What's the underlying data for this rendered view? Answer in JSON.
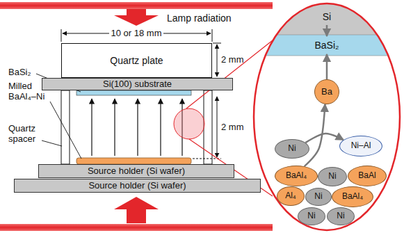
{
  "diagram": {
    "nodes": [
      {
        "text": [
          "Quartz plate"
        ]
      },
      {
        "text": [
          "Si(100) substrate"
        ]
      },
      {
        "text": [
          "Source holder (Si wafer)"
        ]
      },
      {
        "text": [
          "Source holder (Si wafer)"
        ]
      },
      {
        "text": [
          "Si"
        ]
      },
      {
        "text": [
          "BaSi₂"
        ]
      },
      {
        "text": [
          "Ba"
        ]
      },
      {
        "text": [
          "Ni"
        ]
      },
      {
        "text": [
          "Ni–Al"
        ]
      },
      {
        "text": [
          "BaAl₄"
        ]
      },
      {
        "text": [
          "Ni"
        ]
      },
      {
        "text": [
          "BaAl"
        ]
      },
      {
        "text": [
          "Al₄"
        ]
      },
      {
        "text": [
          "Ni"
        ]
      },
      {
        "text": [
          "BaAl₄"
        ]
      },
      {
        "text": [
          "Ni"
        ]
      },
      {
        "text": [
          "Ni"
        ]
      }
    ],
    "edges": [
      {
        "from": 4,
        "to": 5,
        "arrow": "to"
      },
      {
        "from": 6,
        "to": 5,
        "arrow": "to"
      },
      {
        "from": 9,
        "to": 6,
        "arrow": "to"
      },
      {
        "from": 7,
        "to": 8,
        "arrow": "to"
      }
    ],
    "labels": [
      "Lamp radiation",
      "10 or 18 mm",
      "2 mm",
      "2 mm",
      "BaSi₂",
      "Milled BaAl₄–Ni",
      "Quartz spacer"
    ]
  }
}
